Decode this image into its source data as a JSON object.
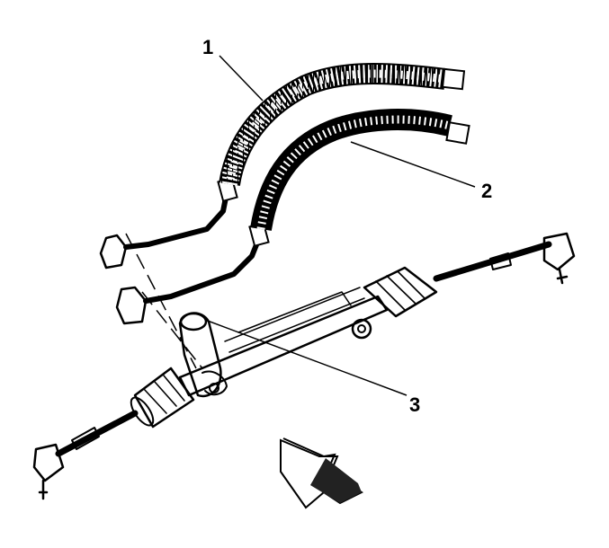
{
  "callouts": [
    {
      "id": "1",
      "label": "1"
    },
    {
      "id": "2",
      "label": "2"
    },
    {
      "id": "3",
      "label": "3"
    }
  ],
  "colors": {
    "line": "#000000",
    "background": "#ffffff",
    "arrow_fill": "#222222"
  },
  "icons": {
    "direction_arrow": "front-direction-arrow-icon"
  }
}
